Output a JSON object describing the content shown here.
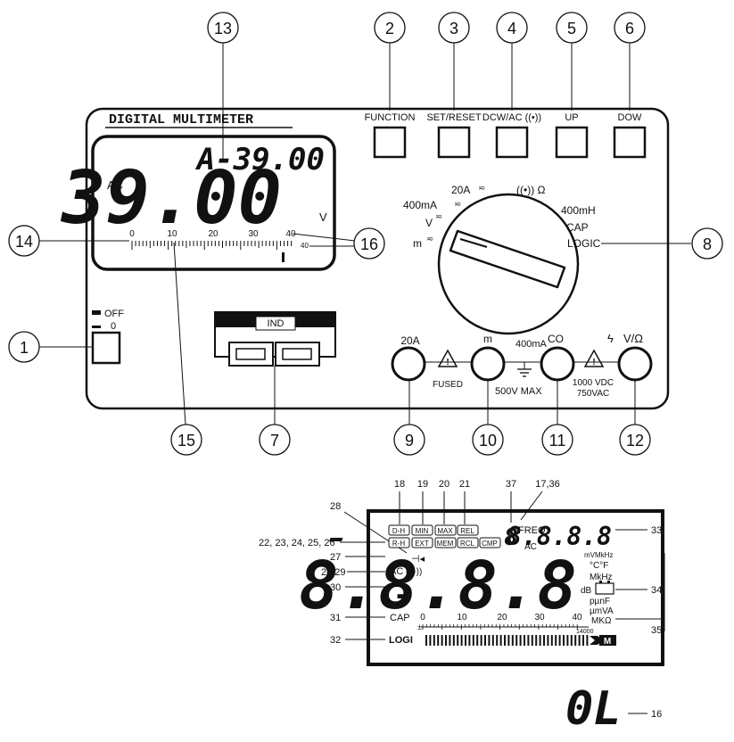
{
  "meter": {
    "title": "DIGITAL MULTIMETER",
    "sub_reading": "A-39.00",
    "main_reading": "39.00",
    "ac_label": "AC",
    "unit_v": "V",
    "scale_ticks": [
      "0",
      "10",
      "20",
      "30",
      "40"
    ],
    "scale_end_small": "40",
    "power": {
      "off": "OFF",
      "zero": "0"
    },
    "ind_label": "IND",
    "buttons": [
      {
        "number": "2",
        "label": "FUNCTION"
      },
      {
        "number": "3",
        "label": "SET/RESET"
      },
      {
        "number": "4",
        "label": "DCW/AC ((•))"
      },
      {
        "number": "5",
        "label": "UP"
      },
      {
        "number": "6",
        "label": "DOW"
      }
    ],
    "dial": {
      "left_labels": [
        "400mA",
        "V",
        "m"
      ],
      "top_labels": [
        "20A",
        "((•)) Ω"
      ],
      "right_labels": [
        "400mH",
        "CAP",
        "LOGIC"
      ]
    },
    "jacks": [
      {
        "number": "9",
        "label": "20A"
      },
      {
        "number": "10",
        "label": "m"
      },
      {
        "number": "11",
        "label": "CO"
      },
      {
        "number": "12",
        "label": "V/Ω"
      }
    ],
    "jack_notes": {
      "fused": "FUSED",
      "ma": "400mA",
      "max": "500V MAX",
      "vdc": "1000 VDC",
      "vac": "750VAC"
    },
    "callouts": {
      "c1": "1",
      "c7": "7",
      "c8": "8",
      "c13": "13",
      "c14": "14",
      "c15": "15",
      "c16": "16"
    }
  },
  "lcd": {
    "top_numbers": [
      "18",
      "19",
      "20",
      "21",
      "37",
      "17,36"
    ],
    "left_numbers": [
      "28",
      "22, 23, 24, 25, 26",
      "27",
      "28,29",
      "30",
      "31",
      "32"
    ],
    "right_numbers": [
      "33",
      "34",
      "35"
    ],
    "boxes_row1": [
      "D-H",
      "MIN",
      "MAX",
      "REL"
    ],
    "boxes_row2": [
      "R-H",
      "EXT",
      "MEM",
      "RCL",
      "CMP"
    ],
    "freq": "FREQ",
    "ac_small": "AC",
    "big_digits": "8.8.8.8",
    "small_digits": "8.8.8.8",
    "single_digit": "8",
    "minus": "-",
    "ac_left": "AC",
    "cap": "CAP",
    "logi": "LOGI",
    "units": [
      "mVMkHz",
      "°C°F",
      "MkHz",
      "dB",
      "pµnF",
      "µmVA",
      "MKΩ"
    ],
    "scale": [
      "0",
      "10",
      "20",
      "30",
      "40"
    ],
    "scale_sub": "14000"
  },
  "ol": {
    "text": "0L",
    "number": "16"
  }
}
